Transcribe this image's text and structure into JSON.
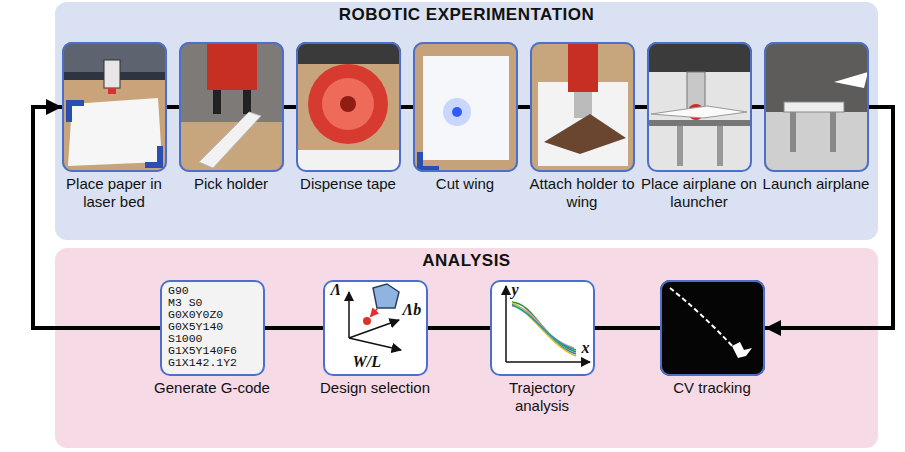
{
  "diagram": {
    "nodes": [
      {
        "text": [
          "ROBOTIC EXPERIMENTATION"
        ]
      },
      {
        "text": [
          "Place paper in laser bed"
        ],
        "in": 0
      },
      {
        "text": [
          "Pick holder"
        ],
        "in": 0
      },
      {
        "text": [
          "Dispense tape"
        ],
        "in": 0
      },
      {
        "text": [
          "Cut wing"
        ],
        "in": 0
      },
      {
        "text": [
          "Attach holder to wing"
        ],
        "in": 0
      },
      {
        "text": [
          "Place airplane on launcher"
        ],
        "in": 0
      },
      {
        "text": [
          "Launch airplane"
        ],
        "in": 0
      },
      {
        "text": [
          "ANALYSIS"
        ]
      },
      {
        "text": [
          "G90",
          "M3 S0",
          "G0X0Y0Z0",
          "G0X5Y140",
          "S1000",
          "G1X5Y140F6",
          "G1X142.1Y2",
          "Generate G-code"
        ],
        "in": 8
      },
      {
        "text": [
          "Λ",
          "Λb",
          "W/L",
          "Design selection"
        ],
        "in": 8
      },
      {
        "text": [
          "y",
          "x",
          "Trajectory analysis"
        ],
        "in": 8
      },
      {
        "text": [
          "CV tracking"
        ],
        "in": 8
      }
    ],
    "edges": [
      {
        "from": 1,
        "to": 2,
        "arrow": "none"
      },
      {
        "from": 2,
        "to": 3,
        "arrow": "none"
      },
      {
        "from": 3,
        "to": 4,
        "arrow": "none"
      },
      {
        "from": 4,
        "to": 5,
        "arrow": "none"
      },
      {
        "from": 5,
        "to": 6,
        "arrow": "none"
      },
      {
        "from": 6,
        "to": 7,
        "arrow": "none"
      },
      {
        "from": 7,
        "to": 12,
        "arrow": "to"
      },
      {
        "from": 12,
        "to": 11,
        "arrow": "none"
      },
      {
        "from": 11,
        "to": 10,
        "arrow": "none"
      },
      {
        "from": 10,
        "to": 9,
        "arrow": "none"
      },
      {
        "from": 9,
        "to": 1,
        "arrow": "to"
      }
    ]
  }
}
